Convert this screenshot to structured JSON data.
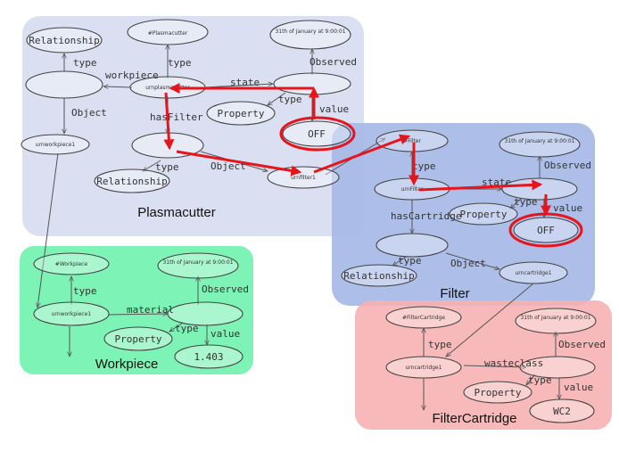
{
  "groups": {
    "plasmacutter": {
      "title": "Plasmacutter",
      "color": "#d3daf0"
    },
    "workpiece": {
      "title": "Workpiece",
      "color": "#5cf0a3"
    },
    "filter": {
      "title": "Filter",
      "color": "#a4b8e6"
    },
    "filtercartridge": {
      "title": "FilterCartridge",
      "color": "#f6b1b1"
    }
  },
  "plasmacutter": {
    "relationship": "Relationship",
    "plasmacutter_class": "#Plasmacutter",
    "timestamp": "31th of January at 9:00:01",
    "property": "Property",
    "off": "OFF",
    "urn": "urnplasmacutter",
    "workpiece_urn": "urnworkpiece1",
    "relationship2": "Relationship",
    "filter_urn": "urnfilter1",
    "edges": {
      "type1": "type",
      "workpiece": "workpiece",
      "type2": "type",
      "state": "state",
      "observed": "Observed",
      "type3": "type",
      "value": "value",
      "object1": "Object",
      "hasfilter": "hasFilter",
      "type4": "type",
      "object2": "Object"
    }
  },
  "workpiece": {
    "class": "#Workpiece",
    "timestamp": "31th of January at 9:00:01",
    "urn": "urnworkpiece1",
    "property": "Property",
    "value": "1.403",
    "edges": {
      "type1": "type",
      "material": "material",
      "observed": "Observed",
      "type2": "type",
      "value": "value"
    }
  },
  "filter": {
    "class": "#Filter",
    "timestamp": "31th of January at 9:00:01",
    "urn": "urnFilter",
    "property": "Property",
    "off": "OFF",
    "relationship": "Relationship",
    "cartridge_urn": "urncartridge1",
    "edges": {
      "type1": "type",
      "observed": "Observed",
      "state": "state",
      "type2": "type",
      "value": "value",
      "hascartridge": "hasCartridge",
      "type3": "type",
      "object": "Object"
    }
  },
  "filtercartridge": {
    "class": "#FilterCartridge",
    "timestamp": "31th of January at 9:00:01",
    "urn": "urncartridge1",
    "property": "Property",
    "value": "WC2",
    "edges": {
      "type1": "type",
      "wasteclass": "wasteclass",
      "observed": "Observed",
      "type2": "type",
      "value": "value"
    }
  }
}
